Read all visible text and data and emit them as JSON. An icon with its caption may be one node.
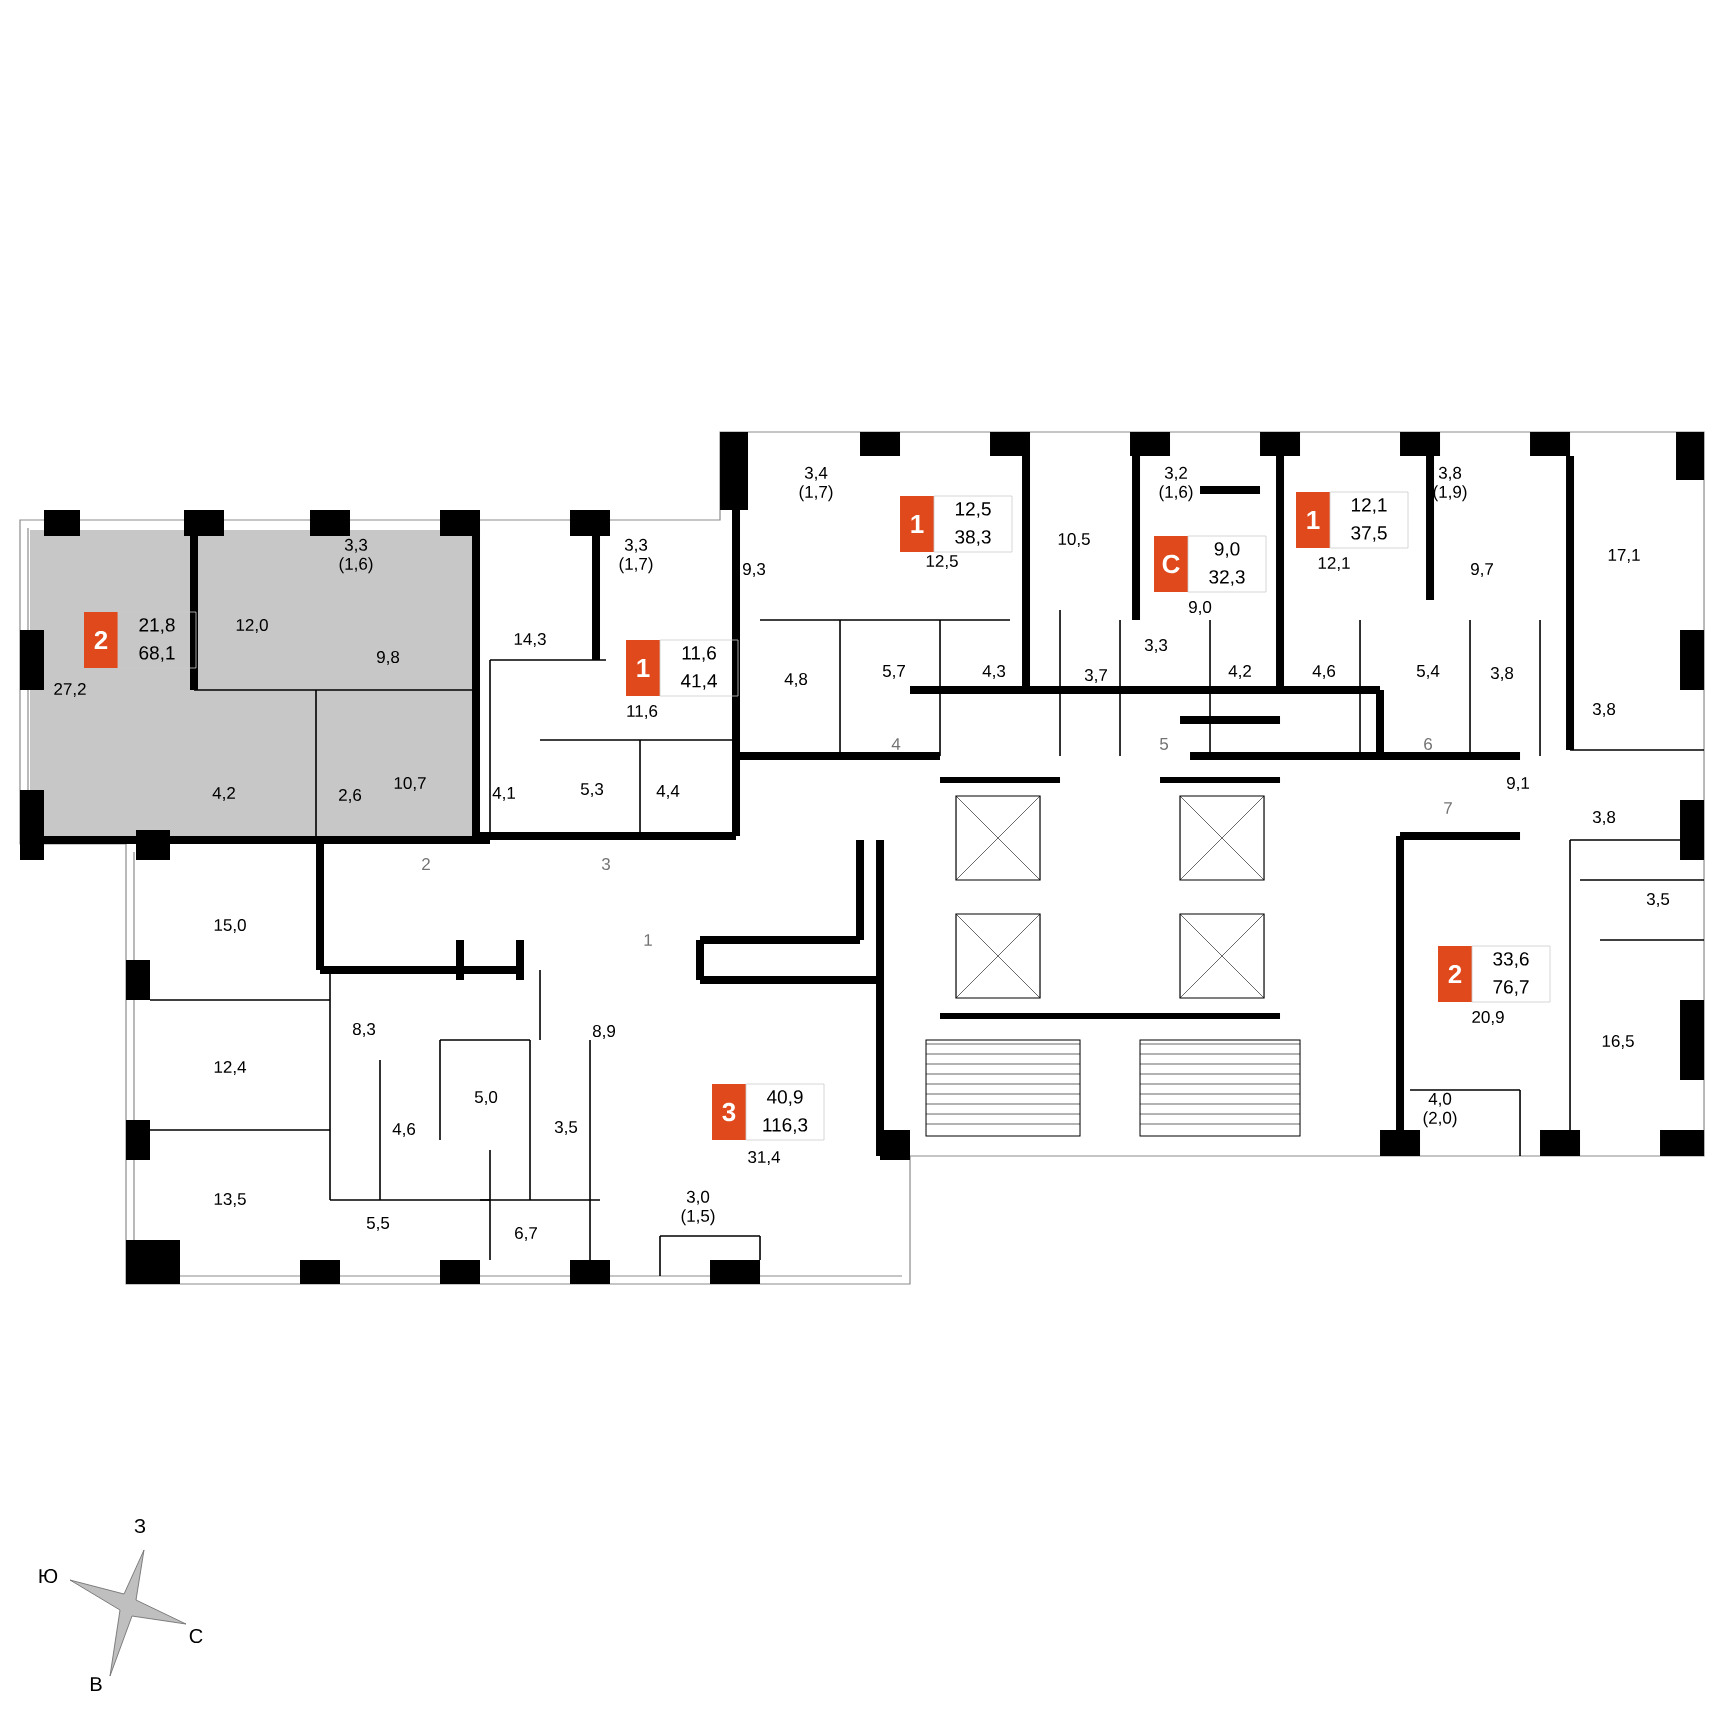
{
  "diagram": {
    "nodes": [
      {
        "text": [
          "2",
          "21,8",
          "68,1"
        ]
      },
      {
        "text": [
          "1",
          "11,6",
          "41,4"
        ]
      },
      {
        "text": [
          "1",
          "12,5",
          "38,3"
        ]
      },
      {
        "text": [
          "С",
          "9,0",
          "32,3"
        ]
      },
      {
        "text": [
          "1",
          "12,1",
          "37,5"
        ]
      },
      {
        "text": [
          "3",
          "40,9",
          "116,3"
        ]
      },
      {
        "text": [
          "2",
          "33,6",
          "76,7"
        ]
      }
    ],
    "labels": [
      "3,4 (1,7)",
      "3,2 (1,6)",
      "3,8 (1,9)",
      "3,3 (1,6)",
      "3,3 (1,7)",
      "17,1",
      "10,5",
      "9,3",
      "12,5",
      "12,1",
      "9,7",
      "9,0",
      "12,0",
      "14,3",
      "9,8",
      "27,2",
      "11,6",
      "4,8",
      "5,7",
      "4,3",
      "3,3",
      "3,7",
      "4,2",
      "4,6",
      "5,4",
      "3,8",
      "3,8",
      "4,2",
      "2,6",
      "10,7",
      "4,1",
      "5,3",
      "4,4",
      "9,1",
      "3,8",
      "4",
      "5",
      "6",
      "7",
      "2",
      "3",
      "1",
      "15,0",
      "3,5",
      "8,3",
      "8,9",
      "12,4",
      "20,9",
      "5,0",
      "4,6",
      "3,5",
      "31,4",
      "16,5",
      "13,5",
      "5,5",
      "6,7",
      "4,0 (2,0)",
      "3,0 (1,5)",
      "З",
      "Ю",
      "С",
      "В"
    ]
  }
}
